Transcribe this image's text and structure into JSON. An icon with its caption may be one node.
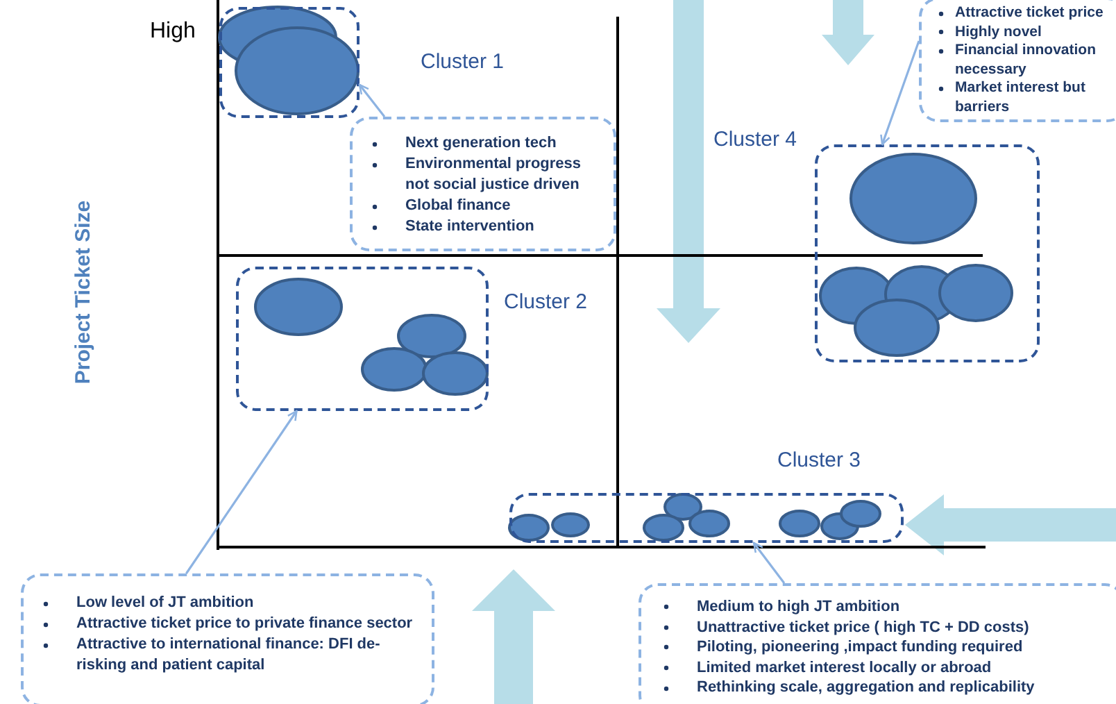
{
  "diagram": {
    "nodes": [
      {
        "text": [],
        "shape": "box",
        "beside": [
          "Cluster 1"
        ]
      },
      {
        "text": [
          "Next generation tech",
          "Environmental progress not social justice driven",
          "Global finance",
          "State intervention"
        ]
      },
      {
        "text": [
          "Attractive ticket price",
          "Highly novel",
          "Financial innovation necessary",
          "Market interest but barriers"
        ]
      },
      {
        "text": [],
        "shape": "box",
        "beside": [
          "Cluster 4"
        ]
      },
      {
        "text": [],
        "shape": "box",
        "beside": [
          "Cluster 2"
        ]
      },
      {
        "text": [
          "Low level of JT ambition",
          "Attractive ticket price to private finance sector",
          "Attractive to international finance: DFI de-risking and patient capital"
        ]
      },
      {
        "text": [],
        "shape": "box",
        "beside": [
          "Cluster 3"
        ]
      },
      {
        "text": [
          "Medium to high JT ambition",
          "Unattractive ticket price ( high TC + DD costs)",
          "Piloting, pioneering ,impact funding required",
          "Limited market interest locally or abroad",
          "Rethinking scale, aggregation and replicability"
        ]
      }
    ],
    "edges": [
      {
        "from": 1,
        "to": 0,
        "arrow": "to"
      },
      {
        "from": 2,
        "to": 3,
        "arrow": "to"
      },
      {
        "from": 5,
        "to": 4,
        "arrow": "to"
      },
      {
        "from": 7,
        "to": 6,
        "arrow": "to"
      }
    ],
    "labels": [
      "High",
      "Project Ticket Size"
    ]
  }
}
